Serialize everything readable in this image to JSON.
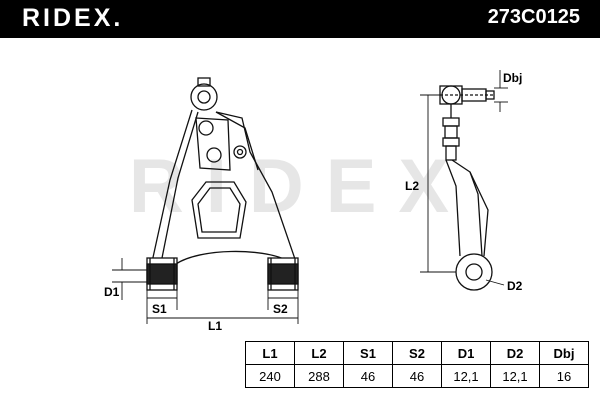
{
  "header": {
    "brand": "RIDEX.",
    "part_number": "273C0125"
  },
  "colors": {
    "header_bg": "#000000",
    "header_text": "#ffffff",
    "watermark": "#e6e6e6",
    "line": "#111111"
  },
  "drawing": {
    "watermark_text": "RIDEX",
    "labels": {
      "l1": "L1",
      "s1": "S1",
      "s2": "S2",
      "d1": "D1",
      "l2": "L2",
      "d2": "D2",
      "dbj": "Dbj"
    }
  },
  "specs": {
    "headers": [
      "L1",
      "L2",
      "S1",
      "S2",
      "D1",
      "D2",
      "Dbj"
    ],
    "values": [
      "240",
      "288",
      "46",
      "46",
      "12,1",
      "12,1",
      "16"
    ]
  }
}
